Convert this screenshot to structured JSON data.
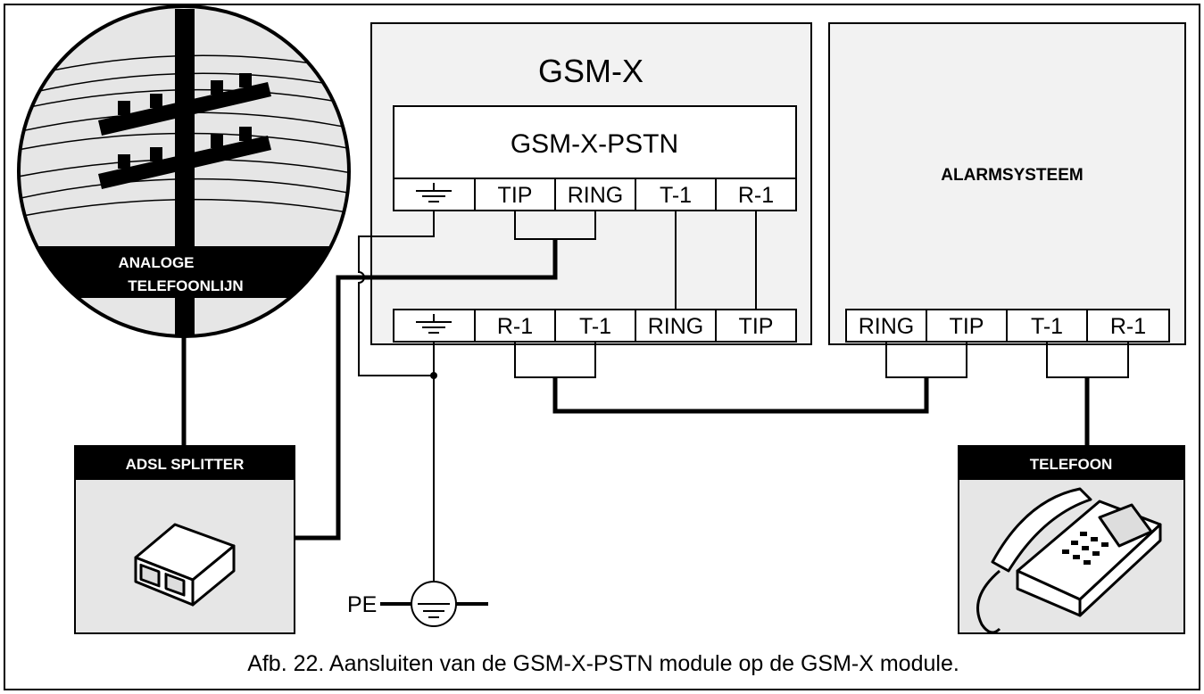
{
  "modules": {
    "gsmx_title": "GSM-X",
    "pstn_title": "GSM-X-PSTN",
    "alarm_title": "ALARMSYSTEEM"
  },
  "pstn_terminals": [
    "TIP",
    "RING",
    "T-1",
    "R-1"
  ],
  "gsmx_terminals": [
    "R-1",
    "T-1",
    "RING",
    "TIP"
  ],
  "alarm_terminals": [
    "RING",
    "TIP",
    "T-1",
    "R-1"
  ],
  "devices": {
    "line_label_1": "ANALOGE",
    "line_label_2": "TELEFOONLIJN",
    "splitter_label": "ADSL SPLITTER",
    "phone_label": "TELEFOON"
  },
  "earth_label": "PE",
  "caption": "Afb. 22. Aansluiten van de GSM-X-PSTN module op de GSM-X module.",
  "icons": {
    "ground": "ground-symbol-icon",
    "protective_earth": "protective-earth-icon",
    "pole": "telephone-pole-icon",
    "splitter": "adsl-splitter-icon",
    "phone": "desk-telephone-icon"
  }
}
